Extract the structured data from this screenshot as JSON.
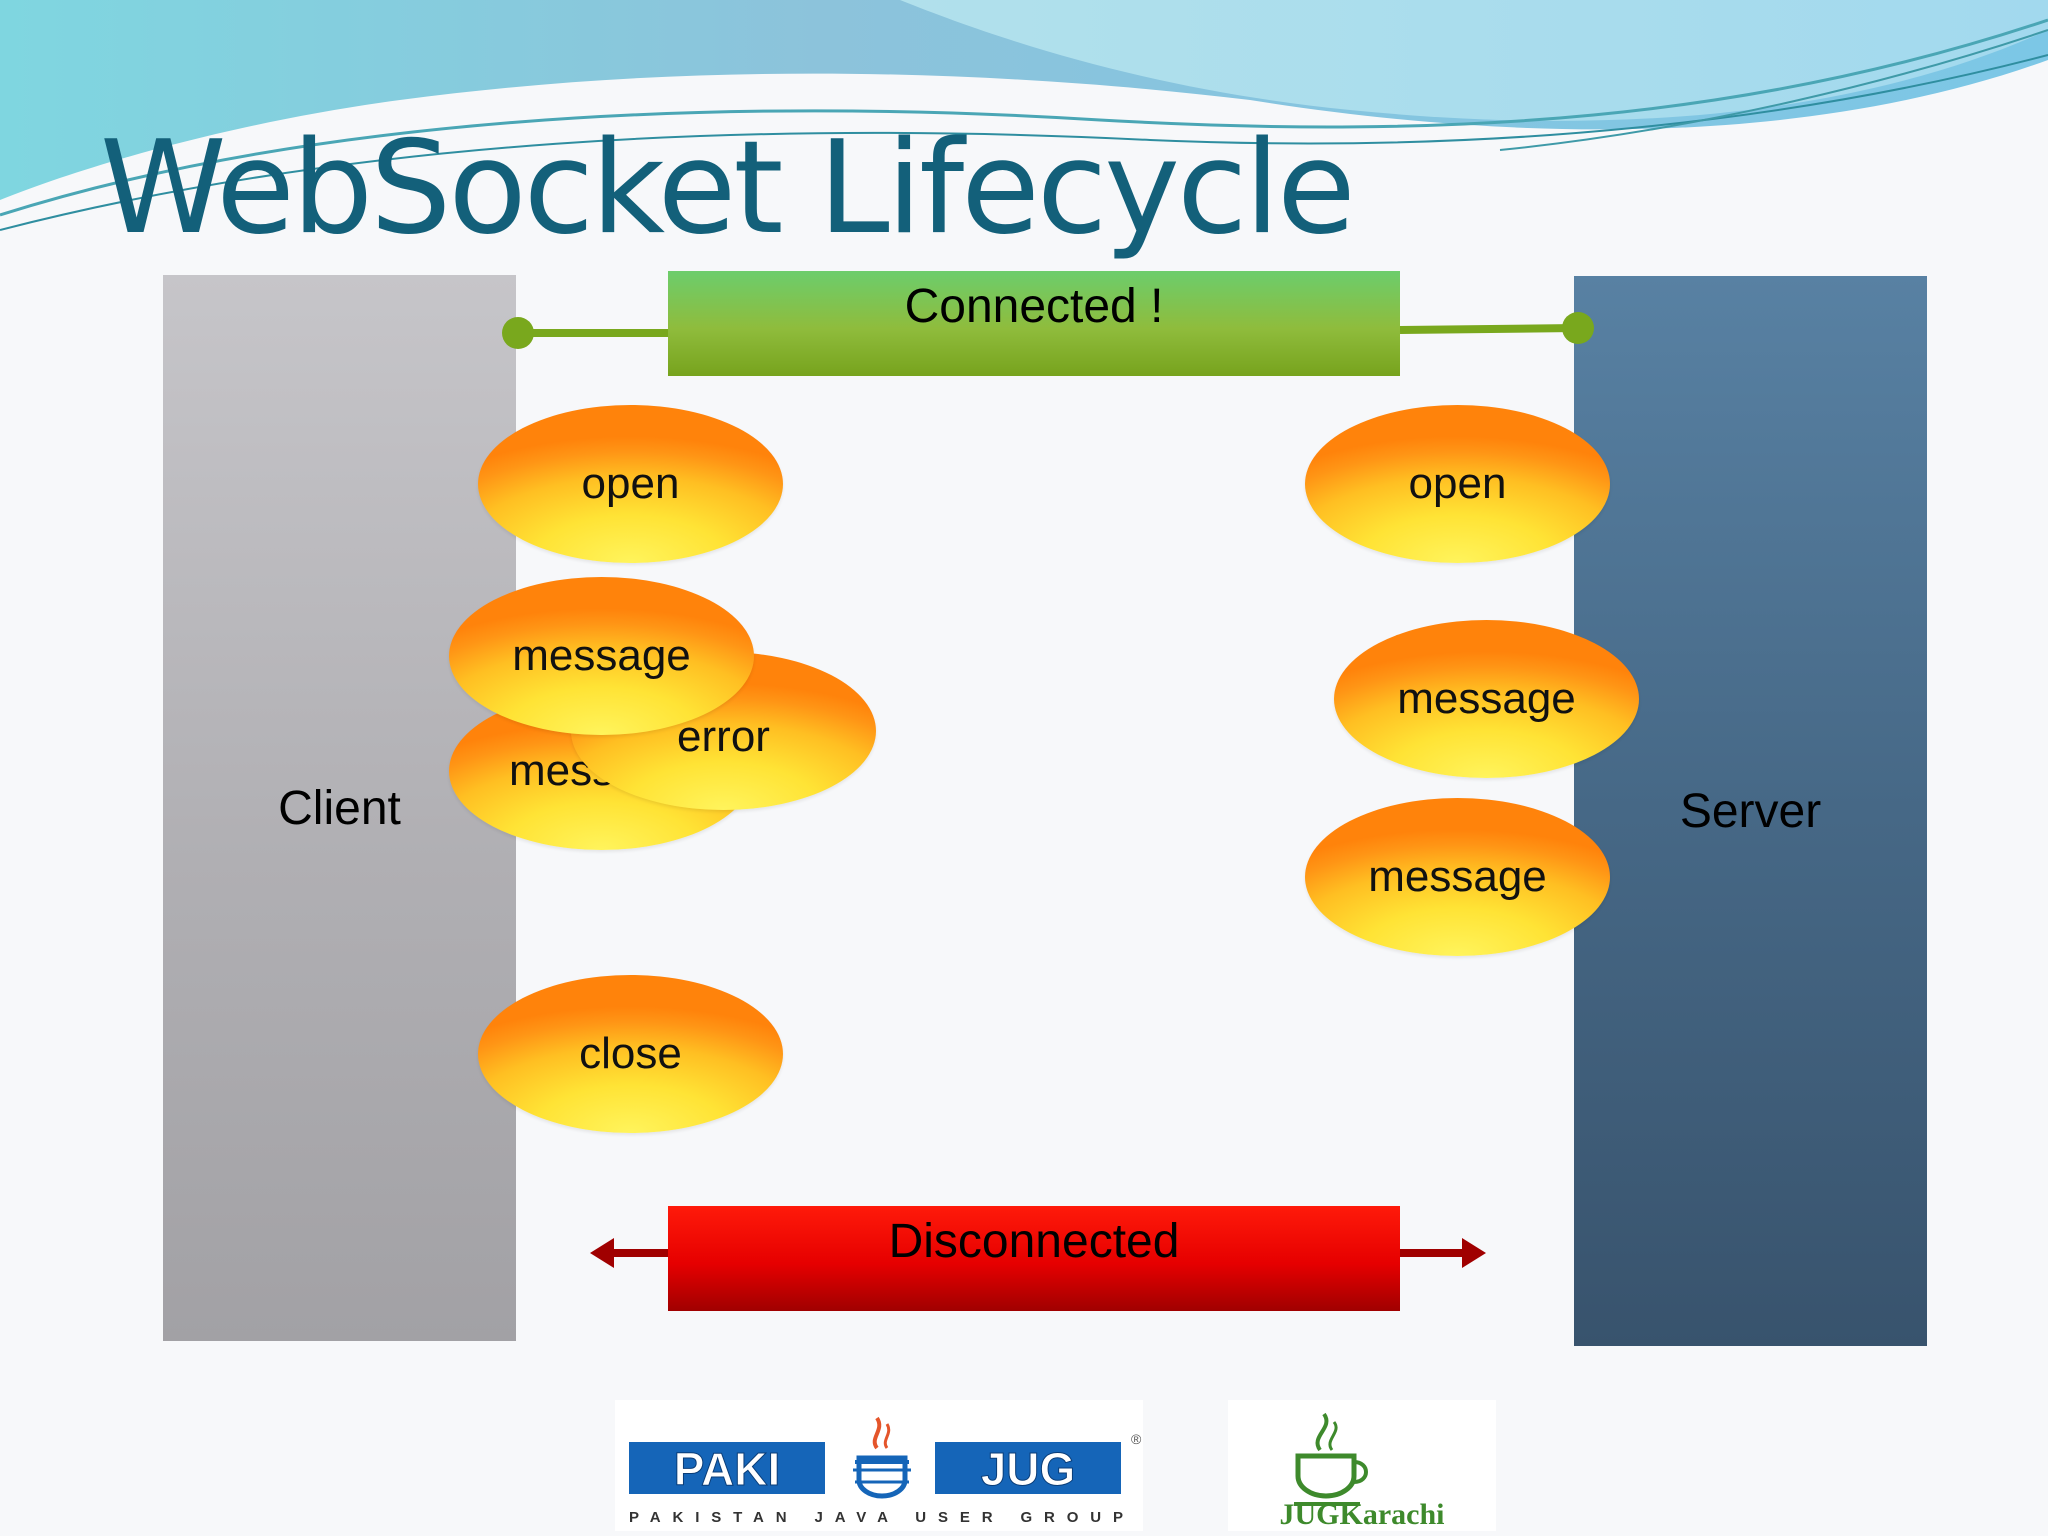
{
  "slide": {
    "title": "WebSocket Lifecycle"
  },
  "pillars": {
    "client": "Client",
    "server": "Server"
  },
  "status": {
    "connected": "Connected !",
    "disconnected": "Disconnected"
  },
  "client_events": {
    "open": "open",
    "message_back": "message",
    "error": "error",
    "message_front": "message",
    "close": "close"
  },
  "server_events": {
    "open": "open",
    "message_1": "message",
    "message_2": "message"
  },
  "logos": {
    "pakijug_left": "PAKI",
    "pakijug_right": "JUG",
    "pakijug_tagline": "PAKISTAN JAVA USER GROUP",
    "jugkarachi": "JUGKarachi"
  },
  "colors": {
    "title": "#13607a",
    "connected": "#6ccd6c",
    "disconnected": "#e60000",
    "client": "#b0afb3",
    "server": "#466886",
    "oval_top": "#ff830b",
    "oval_bottom": "#fff45c"
  }
}
